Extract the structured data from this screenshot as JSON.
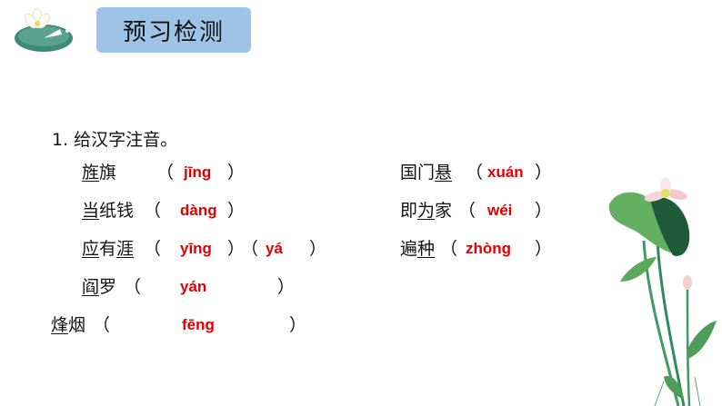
{
  "header": {
    "title": "预习检测"
  },
  "question": {
    "title": "1. 给汉字注音。"
  },
  "items": [
    {
      "chars": [
        {
          "t": "旌",
          "u": true
        },
        {
          "t": "旗",
          "u": false
        }
      ],
      "open": "（",
      "answer": "jīng",
      "close": "）"
    },
    {
      "chars": [
        {
          "t": "当",
          "u": true
        },
        {
          "t": "纸钱",
          "u": false
        }
      ],
      "open": "（",
      "answer": "dàng",
      "close": "）"
    },
    {
      "chars": [
        {
          "t": "应",
          "u": true
        },
        {
          "t": "有",
          "u": false
        },
        {
          "t": "涯",
          "u": true
        }
      ],
      "open": "（",
      "answer": "yīng",
      "close": "）",
      "open2": "（",
      "answer2": "yá",
      "close2": "）"
    },
    {
      "chars": [
        {
          "t": "阎",
          "u": true
        },
        {
          "t": "罗",
          "u": false
        }
      ],
      "open": "（",
      "answer": "yán",
      "close": "）"
    },
    {
      "chars": [
        {
          "t": "烽",
          "u": true
        },
        {
          "t": "烟",
          "u": false
        }
      ],
      "open": "（",
      "answer": "fēng",
      "close": "）"
    },
    {
      "chars": [
        {
          "t": "国门",
          "u": false
        },
        {
          "t": "悬",
          "u": true
        }
      ],
      "open": "（",
      "answer": "xuán",
      "close": "）"
    },
    {
      "chars": [
        {
          "t": "即",
          "u": false
        },
        {
          "t": "为",
          "u": true
        },
        {
          "t": "家",
          "u": false
        }
      ],
      "open": "（",
      "answer": "wéi",
      "close": "）"
    },
    {
      "chars": [
        {
          "t": "遍",
          "u": false
        },
        {
          "t": "种",
          "u": true
        }
      ],
      "open": "（",
      "answer": "zhòng",
      "close": "）"
    }
  ],
  "colors": {
    "title_bg": "#9dc3e6",
    "answer": "#e00000",
    "text": "#111111"
  },
  "icons": {
    "header_decoration": "lotus-pad-icon",
    "side_decoration": "lotus-plant-illustration"
  }
}
